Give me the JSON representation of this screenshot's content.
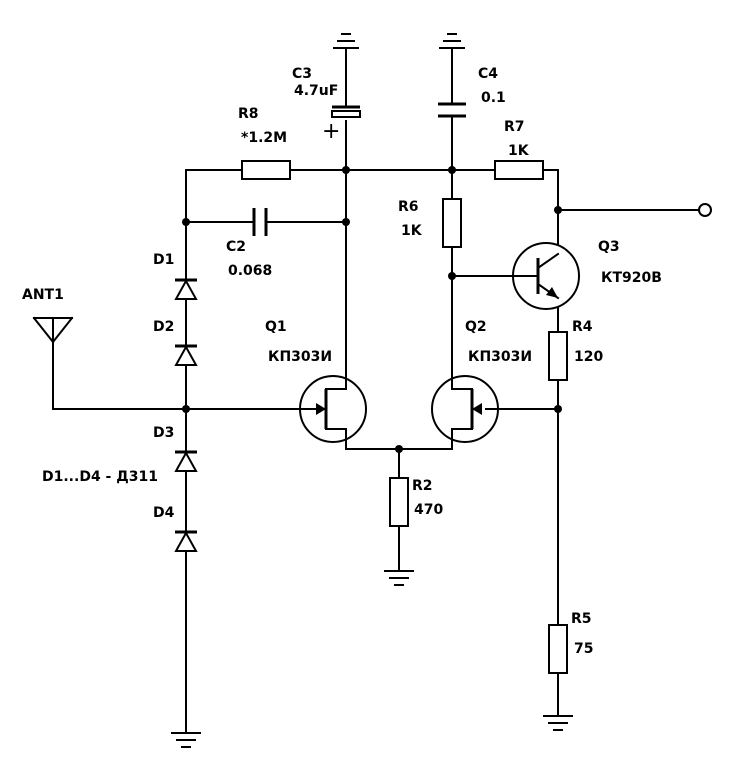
{
  "labels": {
    "C3": "C3",
    "C3_val": "4.7uF",
    "C4": "C4",
    "C4_val": "0.1",
    "R8": "R8",
    "R8_val": "*1.2M",
    "R7": "R7",
    "R7_val": "1K",
    "R6": "R6",
    "R6_val": "1K",
    "C2": "C2",
    "C2_val": "0.068",
    "D1": "D1",
    "D2": "D2",
    "D3": "D3",
    "D4": "D4",
    "D_note": "D1...D4 - Д311",
    "ANT1": "ANT1",
    "Q1": "Q1",
    "Q1_type": "КП303И",
    "Q2": "Q2",
    "Q2_type": "КП303И",
    "Q3": "Q3",
    "Q3_type": "КТ920В",
    "R4": "R4",
    "R4_val": "120",
    "R2": "R2",
    "R2_val": "470",
    "R5": "R5",
    "R5_val": "75",
    "polarity": "+"
  }
}
